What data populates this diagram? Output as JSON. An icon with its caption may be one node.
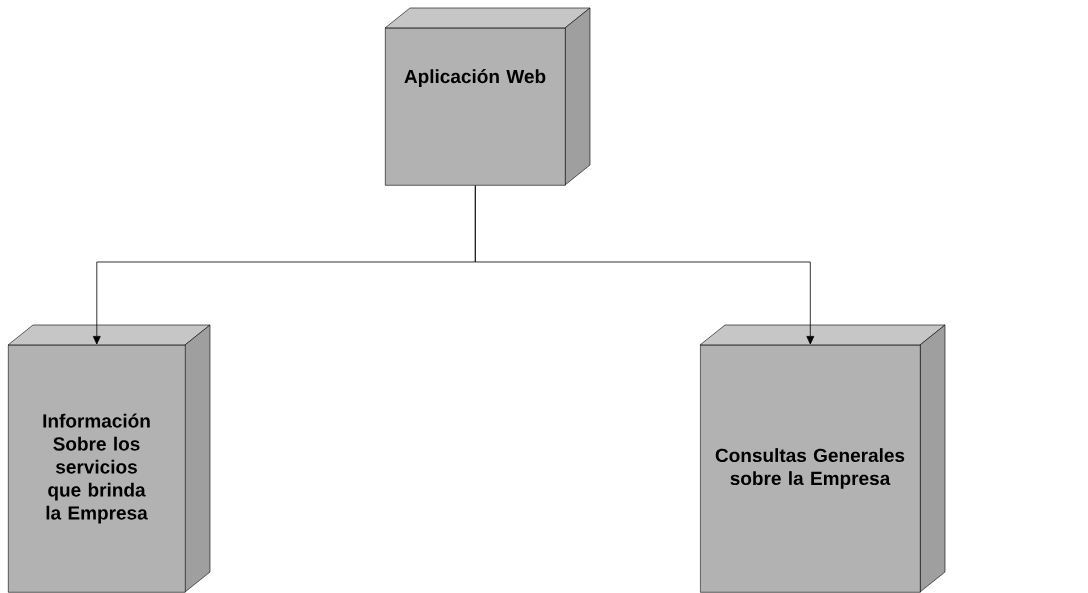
{
  "diagram": {
    "nodes": [
      {
        "text": [
          "Aplicación Web"
        ]
      },
      {
        "text": [
          "Información Sobre los servicios que brinda la Empresa"
        ]
      },
      {
        "text": [
          "Consultas Generales sobre la Empresa"
        ]
      }
    ],
    "edges": [
      {
        "from": 0,
        "to": 1,
        "arrow": "to"
      },
      {
        "from": 0,
        "to": 2,
        "arrow": "to"
      }
    ]
  }
}
